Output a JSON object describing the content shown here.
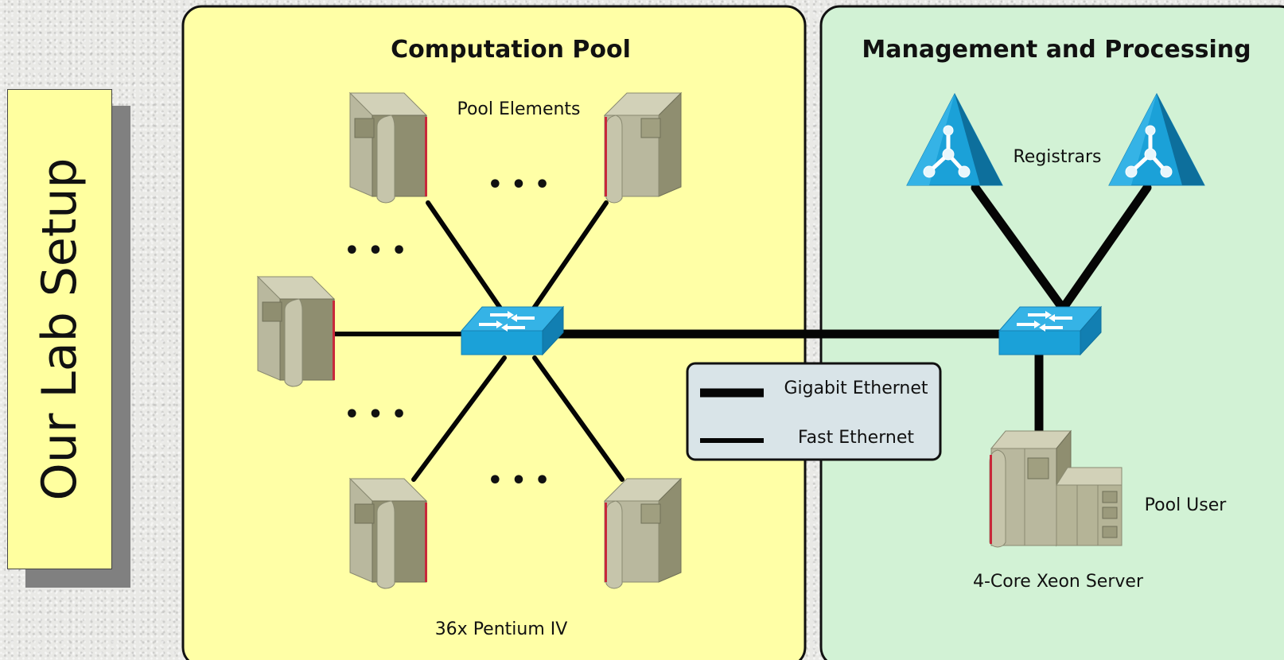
{
  "slide_title": "Our Lab Setup",
  "computation_pool": {
    "title": "Computation Pool",
    "pool_elements_label": "Pool Elements",
    "pentium_label": "36x Pentium IV",
    "ellipsis": "• • •"
  },
  "management": {
    "title": "Management and Processing",
    "registrars_label": "Registrars",
    "pool_user_label": "Pool User",
    "server_label": "4-Core Xeon Server"
  },
  "legend": {
    "gigabit": "Gigabit Ethernet",
    "fast": "Fast Ethernet"
  },
  "colors": {
    "pool_panel": "#ffffa6",
    "management_panel": "#d2f2d5",
    "switch_blue": "#1ba1d8",
    "legend_bg": "#d9e4e8"
  }
}
